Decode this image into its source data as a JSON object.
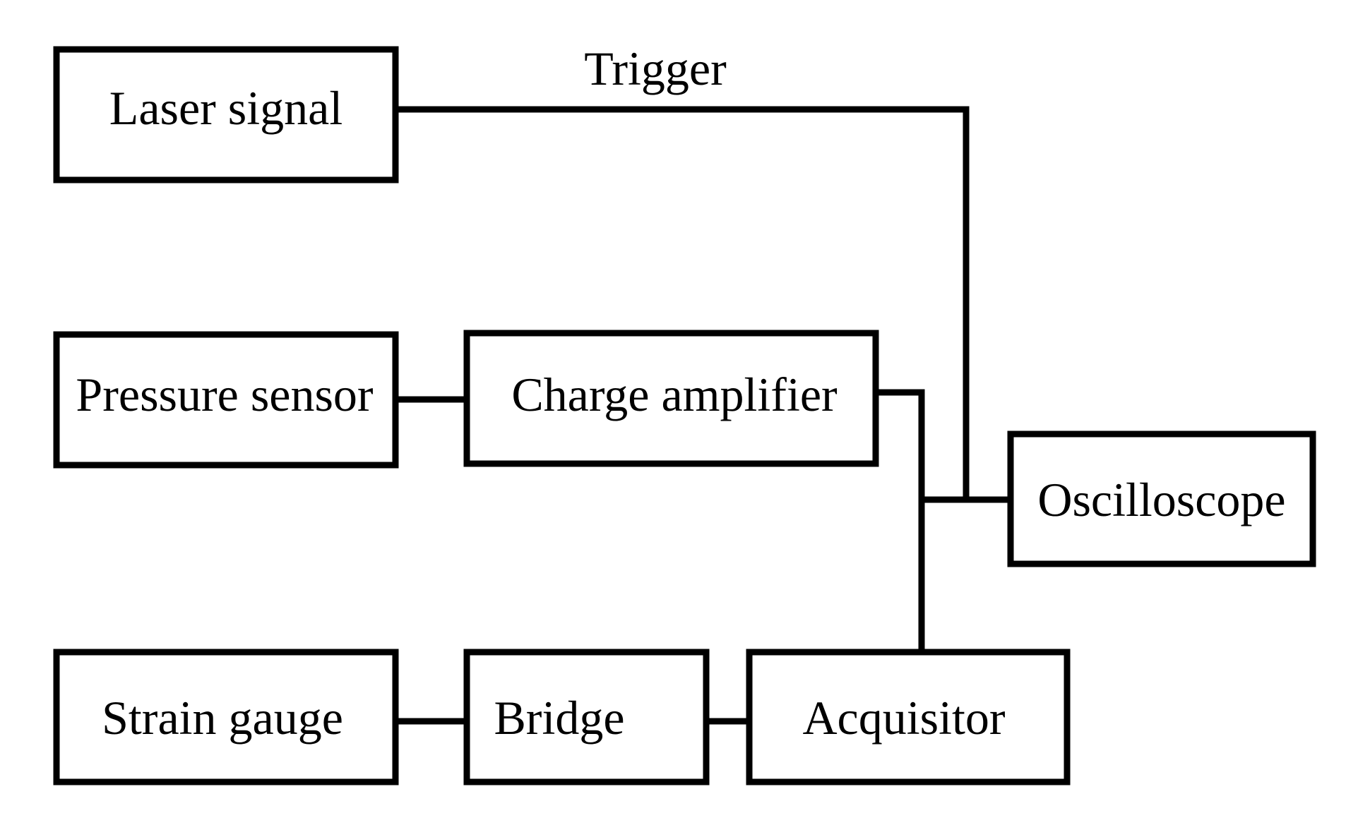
{
  "diagram": {
    "trigger_label": "Trigger",
    "blocks": {
      "laser_signal": "Laser signal",
      "pressure_sensor": "Pressure sensor",
      "charge_amplifier": "Charge amplifier",
      "oscilloscope": "Oscilloscope",
      "strain_gauge": "Strain gauge",
      "bridge": "Bridge",
      "acquisitor": "Acquisitor"
    }
  }
}
